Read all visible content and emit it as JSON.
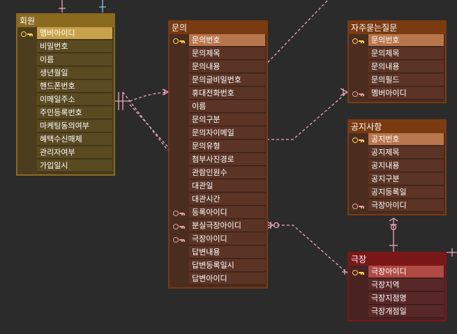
{
  "entities": {
    "member": {
      "title": "회원",
      "columns": [
        {
          "name": "멤버아이디",
          "key": "pk"
        },
        {
          "name": "비밀번호",
          "key": ""
        },
        {
          "name": "이름",
          "key": ""
        },
        {
          "name": "생년월일",
          "key": ""
        },
        {
          "name": "핸드폰번호",
          "key": ""
        },
        {
          "name": "이메일주소",
          "key": ""
        },
        {
          "name": "주민등록번호",
          "key": ""
        },
        {
          "name": "마케팅동의여부",
          "key": ""
        },
        {
          "name": "혜택수신매체",
          "key": ""
        },
        {
          "name": "관리자여부",
          "key": ""
        },
        {
          "name": "가입일시",
          "key": ""
        }
      ]
    },
    "inquiry": {
      "title": "문의",
      "columns": [
        {
          "name": "문의번호",
          "key": "pk"
        },
        {
          "name": "문의제목",
          "key": ""
        },
        {
          "name": "문의내용",
          "key": ""
        },
        {
          "name": "문의글비밀번호",
          "key": ""
        },
        {
          "name": "휴대전화번호",
          "key": ""
        },
        {
          "name": "이름",
          "key": ""
        },
        {
          "name": "문의구분",
          "key": ""
        },
        {
          "name": "문의자이메일",
          "key": ""
        },
        {
          "name": "문의유형",
          "key": ""
        },
        {
          "name": "첨부사진경로",
          "key": ""
        },
        {
          "name": "관람인원수",
          "key": ""
        },
        {
          "name": "대관일",
          "key": ""
        },
        {
          "name": "대관시간",
          "key": ""
        },
        {
          "name": "등록아이디",
          "key": "fk"
        },
        {
          "name": "분실극장아이디",
          "key": "fk"
        },
        {
          "name": "극장아이디",
          "key": "fk"
        },
        {
          "name": "답변내용",
          "key": ""
        },
        {
          "name": "답변등록일시",
          "key": ""
        },
        {
          "name": "답변아이디",
          "key": ""
        }
      ]
    },
    "faq": {
      "title": "자주묻는질문",
      "columns": [
        {
          "name": "문의번호",
          "key": "pk"
        },
        {
          "name": "문의제목",
          "key": ""
        },
        {
          "name": "문의내용",
          "key": ""
        },
        {
          "name": "문의필드",
          "key": ""
        },
        {
          "name": "멤버아이디",
          "key": "fk"
        }
      ]
    },
    "notice": {
      "title": "공지사항",
      "columns": [
        {
          "name": "공지번호",
          "key": "pk"
        },
        {
          "name": "공지제목",
          "key": ""
        },
        {
          "name": "공지내용",
          "key": ""
        },
        {
          "name": "공지구분",
          "key": ""
        },
        {
          "name": "공지등록일",
          "key": ""
        },
        {
          "name": "극장아이디",
          "key": "fk"
        }
      ]
    },
    "theater": {
      "title": "극장",
      "columns": [
        {
          "name": "극장아이디",
          "key": "pk"
        },
        {
          "name": "극장지역",
          "key": ""
        },
        {
          "name": "극장지점명",
          "key": ""
        },
        {
          "name": "극장개점일",
          "key": ""
        }
      ]
    }
  },
  "colors": {
    "line_pink": "#f0a8b8",
    "line_blue": "#7ec8e0",
    "pk_key": "#ffd54a",
    "fk_key": "#e8a0a0"
  }
}
